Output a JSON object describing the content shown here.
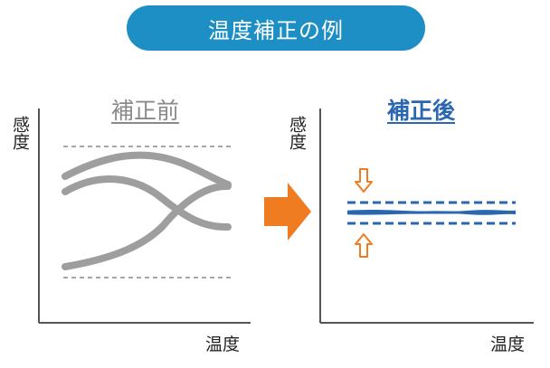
{
  "title": "温度補正の例",
  "left_panel": {
    "label": "補正前",
    "y_axis": "感度",
    "x_axis": "温度"
  },
  "right_panel": {
    "label": "補正後",
    "y_axis": "感度",
    "x_axis": "温度"
  },
  "colors": {
    "title_bg": "#1e8fc4",
    "before_label": "#8a8a8a",
    "after_label": "#2a67b0",
    "curve_gray": "#9e9e9e",
    "line_blue": "#2a67b0",
    "arrow_orange": "#f07c22"
  },
  "icons": {
    "transition": "right-arrow-icon",
    "compress_down": "down-arrow-icon",
    "compress_up": "up-arrow-icon"
  }
}
